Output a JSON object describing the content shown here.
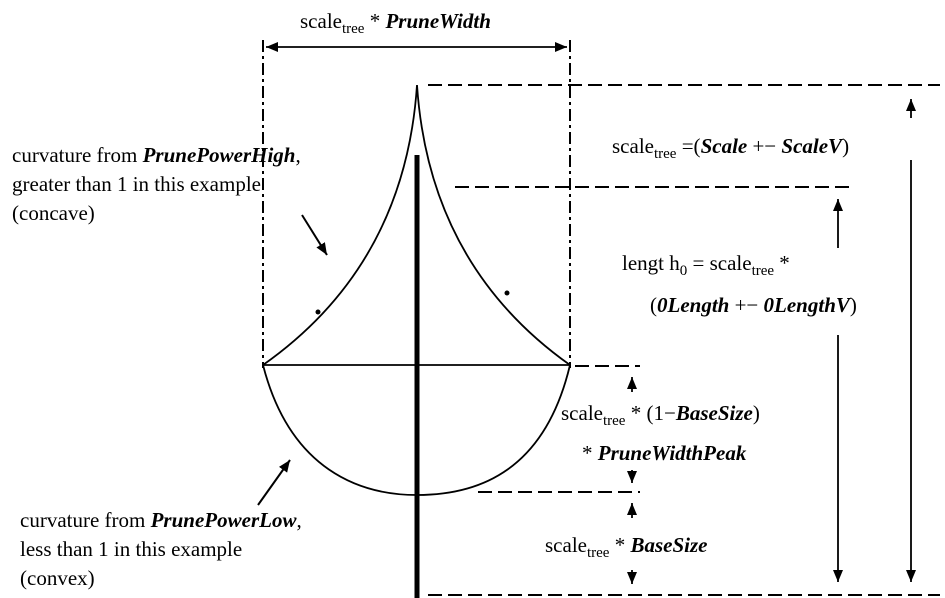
{
  "labels": {
    "top_width": {
      "pre": "scale",
      "sub": "tree",
      "op": " * ",
      "term": "PruneWidth"
    },
    "scale_tree": {
      "pre": "scale",
      "sub": "tree",
      "eq": " =(",
      "t1": "Scale",
      "op": " +− ",
      "t2": "ScaleV",
      "close": ")"
    },
    "length0_line1": {
      "pre": "lengt h",
      "sub0": "0",
      "eq": " = scale",
      "sub": "tree",
      "op": " *"
    },
    "length0_line2": {
      "open": "(",
      "t1": "0Length",
      "op": " +− ",
      "t2": "0LengthV",
      "close": ")"
    },
    "peak_line1": {
      "pre": "scale",
      "sub": "tree",
      "rest": " * (1−",
      "term": "BaseSize",
      "close": ")"
    },
    "peak_line2": {
      "op": "* ",
      "term": "PruneWidthPeak"
    },
    "base": {
      "pre": "scale",
      "sub": "tree",
      "op": " * ",
      "term": "BaseSize"
    },
    "high_line1": {
      "pre": "curvature from ",
      "term": "PrunePowerHigh",
      "post": ","
    },
    "high_line2": "greater than 1 in this example",
    "high_line3": "(concave)",
    "low_line1": {
      "pre": "curvature from ",
      "term": "PrunePowerLow",
      "post": ","
    },
    "low_line2": "less than 1 in this example",
    "low_line3": "(convex)"
  }
}
